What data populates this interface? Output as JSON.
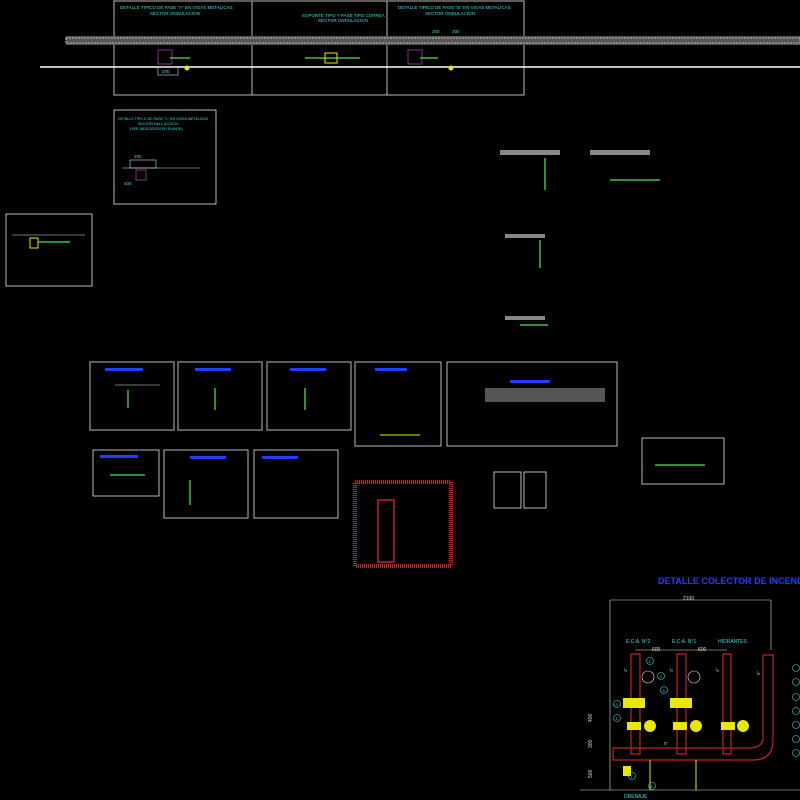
{
  "colors": {
    "background": "#000000",
    "annotation": "#2fe0e0",
    "title_blue": "#1f3fff",
    "pipe_red": "#c82020",
    "valve_yellow": "#e8e800",
    "frame": "#e8e8e8"
  },
  "top_sheet": {
    "detail_a": [
      "DETALLE TIPICO DE PASE \"A\" EN VIGAS METALICAS",
      "SECTOR ONDULACION"
    ],
    "support": [
      "SOPORTE TIPO Y PASE TIPO CORREA",
      "SECTOR ONDULACION"
    ],
    "detail_b": [
      "DETALLE TIPICO DE PASE \"B\" EN VIGAS METALICAS",
      "SECTOR ONDULACION"
    ],
    "dims": [
      "200",
      "200",
      "200"
    ]
  },
  "detail_c": {
    "title": [
      "DETALLE TIPICO DE PASE \"C\" EN VIGAS METALICAS",
      "SECTOR HALL ACCESO",
      "(VER INDICACION EN PLANTA)"
    ],
    "dims": [
      "400",
      "200"
    ]
  },
  "collector": {
    "title": "DETALLE COLECTOR DE INCENDI",
    "overall_width": "2100",
    "labels": [
      "E.C.A. N°2",
      "E.C.A. N°1",
      "HIDRANTES"
    ],
    "spacing": [
      "600",
      "600"
    ],
    "heights": [
      "400",
      "300",
      "500"
    ],
    "drain": "DRENAJE",
    "pipe_sizes": [
      "4\"",
      "4\"",
      "4\"",
      "8\"",
      "8\""
    ],
    "callouts": [
      "1",
      "2",
      "3",
      "4",
      "5",
      "6",
      "7"
    ]
  }
}
